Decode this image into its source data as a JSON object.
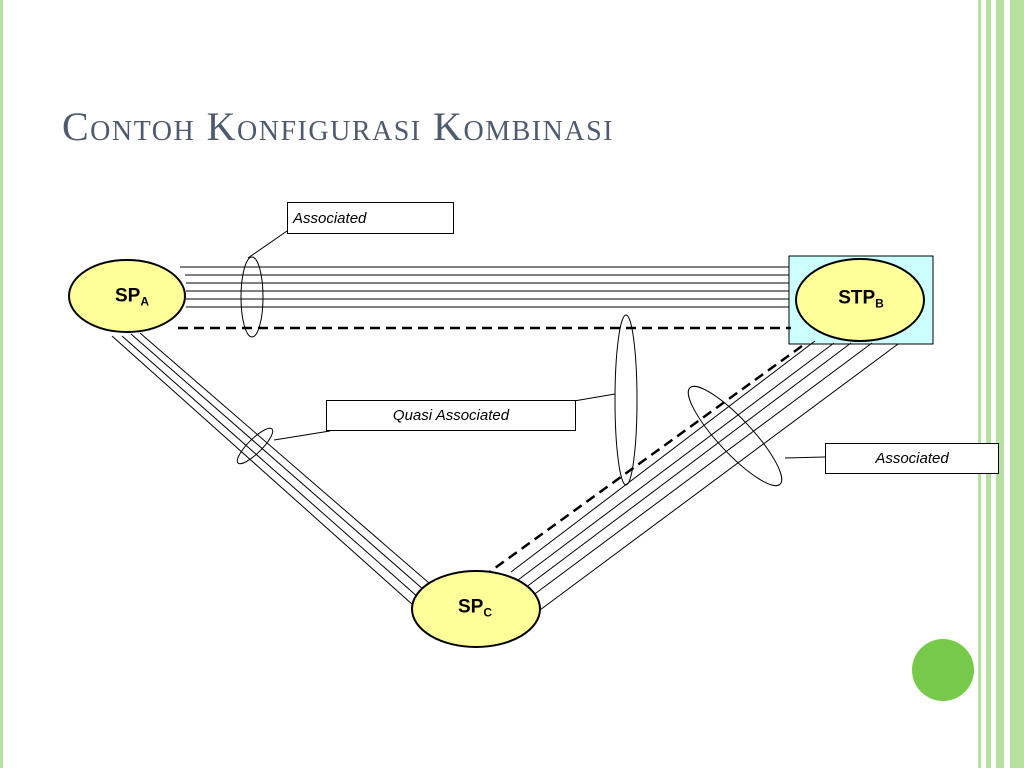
{
  "slide": {
    "title": "Contoh Konfigurasi Kombinasi",
    "colors": {
      "title": "#4e5b6f",
      "node_fill": "#ffff99",
      "stp_box_fill": "#ccffff",
      "accent_green": "#77c94a",
      "border_green": "#b6e0a0"
    }
  },
  "diagram": {
    "nodes": {
      "sp_a": {
        "main": "SP",
        "sub": "A"
      },
      "stp_b": {
        "main": "STP",
        "sub": "B"
      },
      "sp_c": {
        "main": "SP",
        "sub": "C"
      }
    },
    "labels": {
      "associated_top": "Associated",
      "quasi_associated": "Quasi Associated",
      "associated_right": "Associated"
    }
  }
}
